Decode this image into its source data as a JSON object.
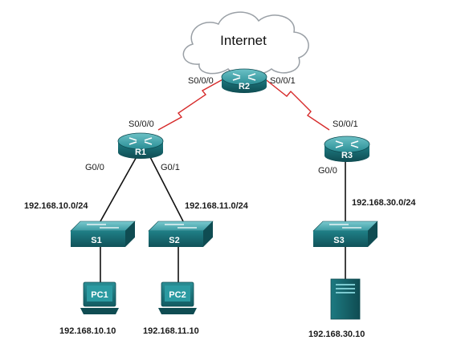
{
  "cloud": {
    "label": "Internet"
  },
  "routers": {
    "r1": {
      "name": "R1",
      "ports": {
        "serial": "S0/0/0",
        "g00": "G0/0",
        "g01": "G0/1"
      }
    },
    "r2": {
      "name": "R2",
      "ports": {
        "left": "S0/0/0",
        "right": "S0/0/1"
      }
    },
    "r3": {
      "name": "R3",
      "ports": {
        "serial": "S0/0/1",
        "g00": "G0/0"
      }
    }
  },
  "networks": {
    "lan10": "192.168.10.0/24",
    "lan11": "192.168.11.0/24",
    "lan30": "192.168.30.0/24"
  },
  "switches": {
    "s1": "S1",
    "s2": "S2",
    "s3": "S3"
  },
  "hosts": {
    "pc1": {
      "name": "PC1",
      "ip": "192.168.10.10"
    },
    "pc2": {
      "name": "PC2",
      "ip": "192.168.11.10"
    },
    "server": {
      "ip": "192.168.30.10"
    }
  },
  "colors": {
    "device": "#1f7f86",
    "device_dark": "#135a61",
    "device_light": "#5fb3b8",
    "serial_link": "#d62a2a",
    "ethernet_link": "#111111"
  }
}
